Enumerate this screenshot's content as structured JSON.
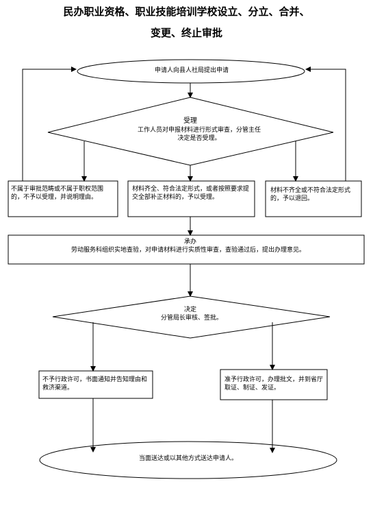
{
  "title": {
    "line1": "民办职业资格、职业技能培训学校设立、分立、合并、",
    "line2": "变更、终止审批"
  },
  "nodes": {
    "apply": "申请人向县人社局提出申请",
    "accept_head": "受理",
    "accept_body": "工作人员对申报材料进行形式审查，分管主任决定是否受理。",
    "reject_scope": "不属于审批范畴或不属于职权范围的，不予以受理，并说明理由。",
    "accept_ok": "材料齐全、符合法定形式，或者按照要求提交全部补正材料的，予以受理。",
    "return_incomplete": "材料不齐全或不符合法定形式的，予以退回。",
    "undertake_head": "承办",
    "undertake_body": "劳动服务科组织实地查验，对申请材料进行实质性审查，查验通过后，提出办理意见。",
    "decide_head": "决定",
    "decide_body": "分管局长审核、签批。",
    "deny": "不予行政许可，书面通知并告知理由和救济渠道。",
    "grant": "准予行政许可，办理批文，并到省厅取证、制证、发证。",
    "deliver": "当面送达或以其他方式送达申请人。"
  }
}
